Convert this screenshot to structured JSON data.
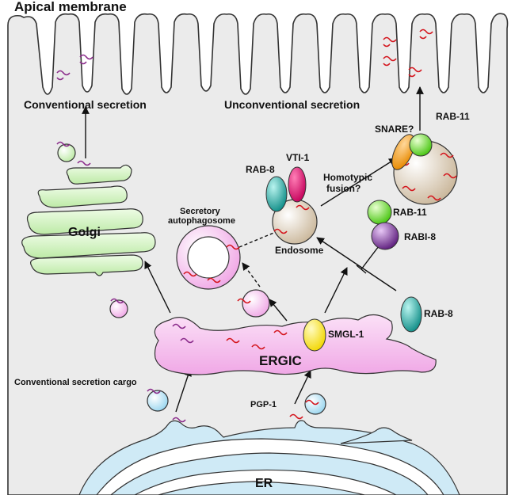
{
  "labels": {
    "apical_membrane": "Apical membrane",
    "conventional_secretion": "Conventional secretion",
    "unconventional_secretion": "Unconventional secretion",
    "golgi": "Golgi",
    "secretory_autophagosome_line1": "Secretory",
    "secretory_autophagosome_line2": "autophagosome",
    "endosome": "Endosome",
    "rab8_endosome": "RAB-8",
    "vti1": "VTI-1",
    "homotypic_line1": "Homotypic",
    "homotypic_line2": "fusion?",
    "snare": "SNARE?",
    "rab11_top": "RAB-11",
    "rab11_side": "RAB-11",
    "rabi8": "RABI-8",
    "rab8_side": "RAB-8",
    "smgl1": "SMGL-1",
    "ergic": "ERGIC",
    "conventional_cargo": "Conventional secretion cargo",
    "pgp1": "PGP-1",
    "er": "ER"
  },
  "colors": {
    "cell_fill": "#ebebeb",
    "er_fill": "#cfeaf6",
    "er_stroke": "#3a8fb5",
    "ergic_fill": "#f6c4f0",
    "golgi_fill": "#d6f5c4",
    "endosome_fill": "#d9cbb4",
    "vesicle_pink": "#f6c4f0",
    "vesicle_blue": "#c8e9f7",
    "vesicle_green": "#d6f5c4",
    "rab8_teal": "#18a8a0",
    "vti1_magenta": "#e0106a",
    "rab11_green": "#66dd22",
    "rabi8_purple": "#7a2a9a",
    "snare_orange": "#f39a12",
    "smgl1_yellow": "#ffe600",
    "cargo_red": "#d4141c",
    "cargo_purple": "#8a2a8a"
  }
}
